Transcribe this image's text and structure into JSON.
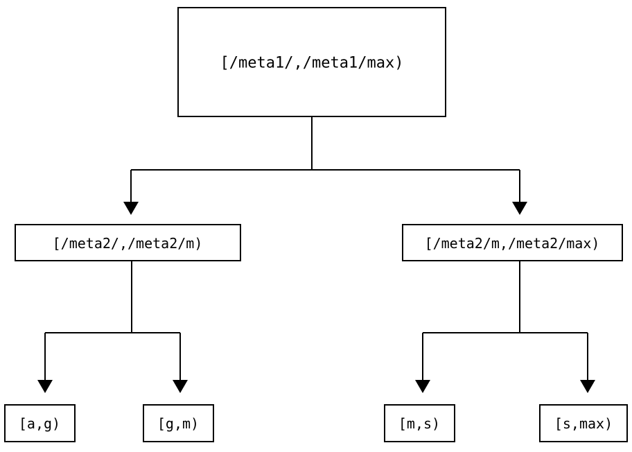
{
  "diagram": {
    "type": "tree",
    "orientation": "top-down",
    "background_color": "#ffffff",
    "line_color": "#000000",
    "text_color": "#000000",
    "levels": 3,
    "nodes": {
      "root": {
        "label": "[/meta1/,/meta1/max)",
        "level": 0
      },
      "mid_left": {
        "label": "[/meta2/,/meta2/m)",
        "level": 1
      },
      "mid_right": {
        "label": "[/meta2/m,/meta2/max)",
        "level": 1
      },
      "leaf_1": {
        "label": "[a,g)",
        "level": 2
      },
      "leaf_2": {
        "label": "[g,m)",
        "level": 2
      },
      "leaf_3": {
        "label": "[m,s)",
        "level": 2
      },
      "leaf_4": {
        "label": "[s,max)",
        "level": 2
      }
    },
    "edges": [
      {
        "from": "root",
        "to": "mid_left",
        "arrow": "down-triangle"
      },
      {
        "from": "root",
        "to": "mid_right",
        "arrow": "down-triangle"
      },
      {
        "from": "mid_left",
        "to": "leaf_1",
        "arrow": "down-triangle"
      },
      {
        "from": "mid_left",
        "to": "leaf_2",
        "arrow": "down-triangle"
      },
      {
        "from": "mid_right",
        "to": "leaf_3",
        "arrow": "down-triangle"
      },
      {
        "from": "mid_right",
        "to": "leaf_4",
        "arrow": "down-triangle"
      }
    ]
  }
}
